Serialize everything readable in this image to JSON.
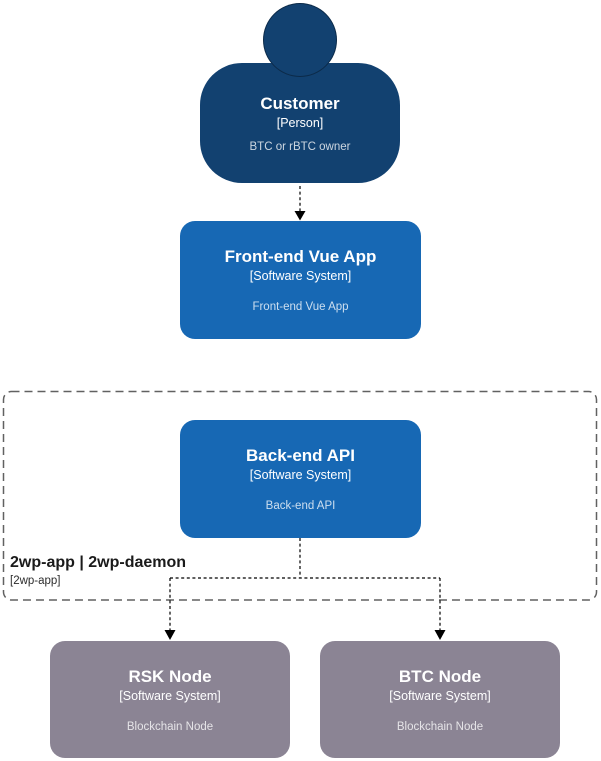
{
  "diagram": {
    "background_color": "#ffffff",
    "boundary": {
      "title": "2wp-app | 2wp-daemon",
      "subtitle": "[2wp-app]",
      "border_color": "#616161"
    },
    "edges": {
      "color": "#000000",
      "customer_to_frontend": "customer -> frontend",
      "backend_to_rsk": "backend -> rsk-node",
      "backend_to_btc": "backend -> btc-node"
    },
    "nodes": {
      "customer": {
        "title": "Customer",
        "meta": "[Person]",
        "description": "BTC or rBTC owner",
        "fill": "#124170"
      },
      "frontend": {
        "title": "Front-end Vue App",
        "meta": "[Software System]",
        "description": "Front-end Vue App",
        "fill": "#1768b4"
      },
      "backend": {
        "title": "Back-end API",
        "meta": "[Software System]",
        "description": "Back-end API",
        "fill": "#1768b4"
      },
      "rsk": {
        "title": "RSK Node",
        "meta": "[Software System]",
        "description": "Blockchain Node",
        "fill": "#8b8494"
      },
      "btc": {
        "title": "BTC Node",
        "meta": "[Software System]",
        "description": "Blockchain Node",
        "fill": "#8b8494"
      }
    }
  }
}
